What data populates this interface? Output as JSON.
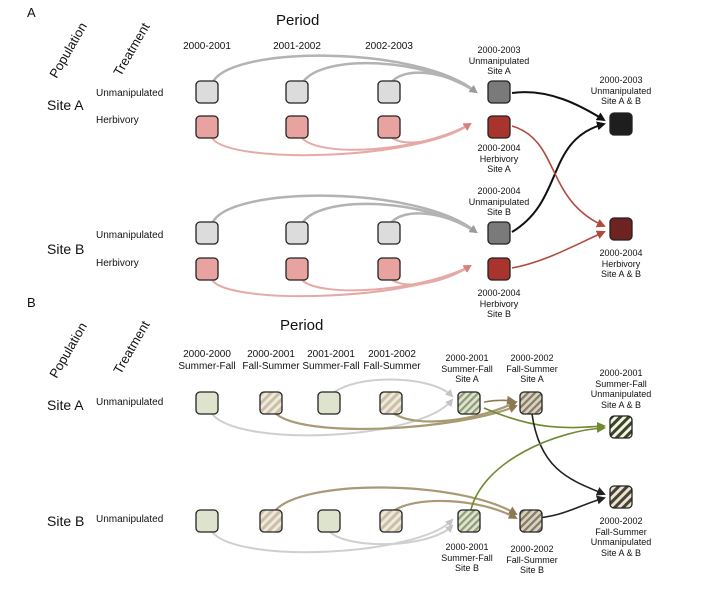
{
  "panels": {
    "a": {
      "label": "A",
      "axis": {
        "population": "Population",
        "treatment": "Treatment",
        "period": "Period"
      },
      "periods": [
        "2000-2001",
        "2001-2002",
        "2002-2003"
      ],
      "sites": [
        "Site A",
        "Site B"
      ],
      "treatments": [
        "Unmanipulated",
        "Herbivory"
      ],
      "intermediate": {
        "a_unmanip": [
          "2000-2003",
          "Unmanipulated",
          "Site A"
        ],
        "a_herb": [
          "2000-2004",
          "Herbivory",
          "Site A"
        ],
        "b_unmanip": [
          "2000-2004",
          "Unmanipulated",
          "Site B"
        ],
        "b_herb": [
          "2000-2004",
          "Herbivory",
          "Site B"
        ]
      },
      "final": {
        "unmanip": [
          "2000-2003",
          "Unmanipulated",
          "Site A & B"
        ],
        "herb": [
          "2000-2004",
          "Herbivory",
          "Site A & B"
        ]
      }
    },
    "b": {
      "label": "B",
      "axis": {
        "population": "Population",
        "treatment": "Treatment",
        "period": "Period"
      },
      "periods": [
        [
          "2000-2000",
          "Summer-Fall"
        ],
        [
          "2000-2001",
          "Fall-Summer"
        ],
        [
          "2001-2001",
          "Summer-Fall"
        ],
        [
          "2001-2002",
          "Fall-Summer"
        ]
      ],
      "sites": [
        "Site A",
        "Site B"
      ],
      "treatment": "Unmanipulated",
      "intermediate": {
        "a_sf": [
          "2000-2001",
          "Summer-Fall",
          "Site A"
        ],
        "a_fs": [
          "2000-2002",
          "Fall-Summer",
          "Site A"
        ],
        "b_sf": [
          "2000-2001",
          "Summer-Fall",
          "Site B"
        ],
        "b_fs": [
          "2000-2002",
          "Fall-Summer",
          "Site B"
        ]
      },
      "final": {
        "sf": [
          "2000-2001",
          "Summer-Fall",
          "Unmanipulated",
          "Site A & B"
        ],
        "fs": [
          "2000-2002",
          "Fall-Summer",
          "Unmanipulated",
          "Site A & B"
        ]
      }
    }
  },
  "colors": {
    "unmanip_fill": "#dcdcdc",
    "herb_fill": "#e8a2a0",
    "unmanip_mid": "#7a7a7a",
    "herb_mid": "#a8342d",
    "unmanip_final": "#1e1e1e",
    "herb_final": "#6e2320",
    "sf_fill": "#dde3cd",
    "fs_stripe": "#cbbfa6",
    "sf_stripe": "#9aa483",
    "fs_stripe_dark": "#8f8470",
    "gray_arrow": "#b5b5b5",
    "pink_arrow": "#e7b0ad",
    "olive_arrow": "#6f8a2f",
    "brown_arrow": "#8c7a55",
    "dark_arrow": "#111111",
    "red_arrow": "#b04a3f"
  }
}
